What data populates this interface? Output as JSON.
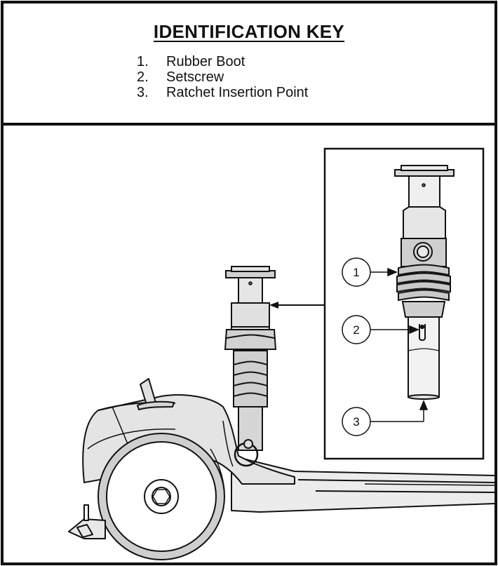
{
  "identification_key": {
    "title": "IDENTIFICATION KEY",
    "items": [
      {
        "number": "1.",
        "label": "Rubber Boot"
      },
      {
        "number": "2.",
        "label": "Setscrew"
      },
      {
        "number": "3.",
        "label": "Ratchet Insertion Point"
      }
    ]
  },
  "callouts": [
    "1",
    "2",
    "3"
  ]
}
